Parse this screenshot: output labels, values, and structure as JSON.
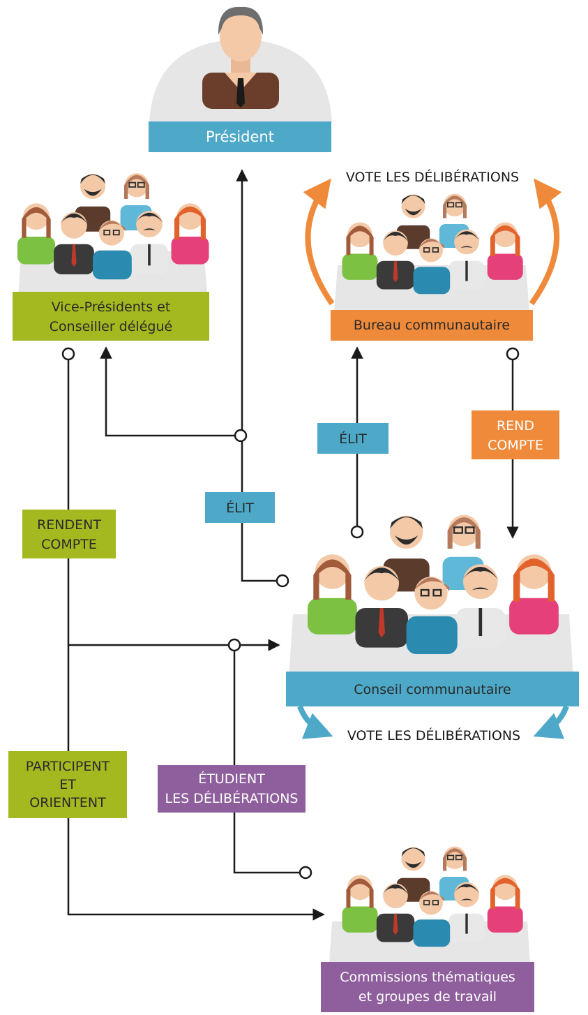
{
  "colors": {
    "blue": "#4ea8c7",
    "green": "#a4b81f",
    "orange": "#ef8a3a",
    "purple": "#8e5f9c",
    "line": "#1a1a1a",
    "table": "#e6e6e6"
  },
  "nodes": {
    "president": "Président",
    "vice_presidents": [
      "Vice-Présidents et",
      "Conseiller délégué"
    ],
    "bureau": "Bureau communautaire",
    "conseil": "Conseil communautaire",
    "commissions": [
      "Commissions thématiques",
      "et groupes de travail"
    ]
  },
  "relations": {
    "bureau_vote": "VOTE LES DÉLIBÉRATIONS",
    "conseil_vote": "VOTE LES DÉLIBÉRATIONS",
    "elit_president_vp": "ÉLIT",
    "elit_bureau": "ÉLIT",
    "rend_compte": [
      "REND",
      "COMPTE"
    ],
    "rendent_compte": [
      "RENDENT",
      "COMPTE"
    ],
    "participent": [
      "PARTICIPENT",
      "ET",
      "ORIENTENT"
    ],
    "etudient": [
      "ÉTUDIENT",
      "LES DÉLIBÉRATIONS"
    ]
  },
  "icons": {
    "president": "president-avatar-icon",
    "group": "people-group-icon"
  }
}
